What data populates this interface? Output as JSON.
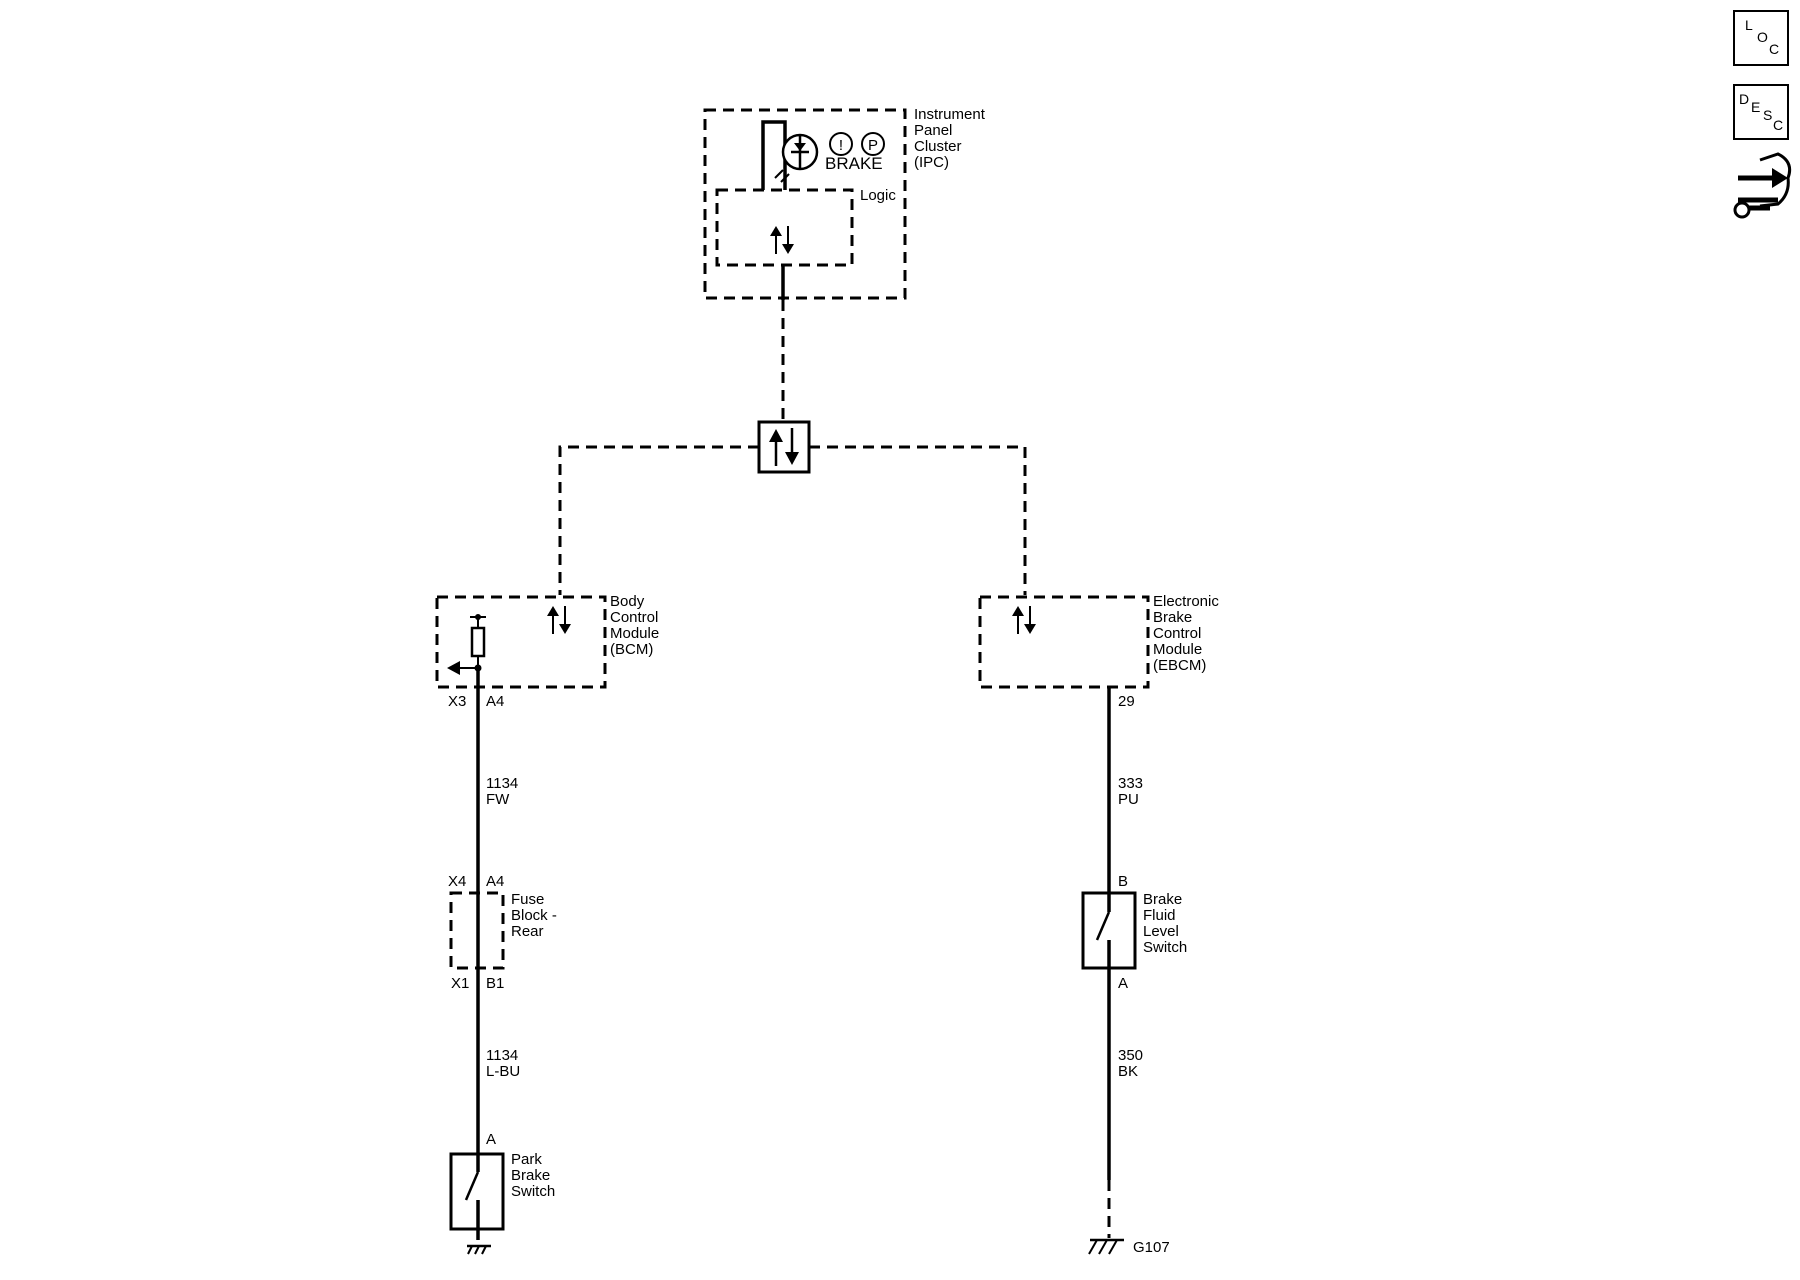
{
  "modules": {
    "ipc": {
      "lines": [
        "Instrument",
        "Panel",
        "Cluster",
        "(IPC)"
      ],
      "logic": "Logic",
      "brake": "BRAKE",
      "symbol_excl": "!",
      "symbol_p": "P"
    },
    "bcm": {
      "lines": [
        "Body",
        "Control",
        "Module",
        "(BCM)"
      ],
      "conn": "X3",
      "pin": "A4"
    },
    "ebcm": {
      "lines": [
        "Electronic",
        "Brake",
        "Control",
        "Module",
        "(EBCM)"
      ],
      "pin": "29"
    },
    "fuse_block": {
      "lines": [
        "Fuse",
        "Block -",
        "Rear"
      ],
      "conn_top": "X4",
      "pin_top": "A4",
      "conn_bottom": "X1",
      "pin_bottom": "B1"
    },
    "park_brake_switch": {
      "lines": [
        "Park",
        "Brake",
        "Switch"
      ],
      "pin": "A"
    },
    "brake_fluid_switch": {
      "lines": [
        "Brake",
        "Fluid",
        "Level",
        "Switch"
      ],
      "pin_top": "B",
      "pin_bottom": "A"
    }
  },
  "wires": {
    "w1": {
      "circuit": "1134",
      "color": "FW"
    },
    "w2": {
      "circuit": "1134",
      "color": "L-BU"
    },
    "w3": {
      "circuit": "333",
      "color": "PU"
    },
    "w4": {
      "circuit": "350",
      "color": "BK"
    }
  },
  "ground": {
    "label": "G107"
  },
  "side_icons": {
    "loc": [
      "L",
      "O",
      "C"
    ],
    "desc": [
      "D",
      "E",
      "S",
      "C"
    ]
  }
}
